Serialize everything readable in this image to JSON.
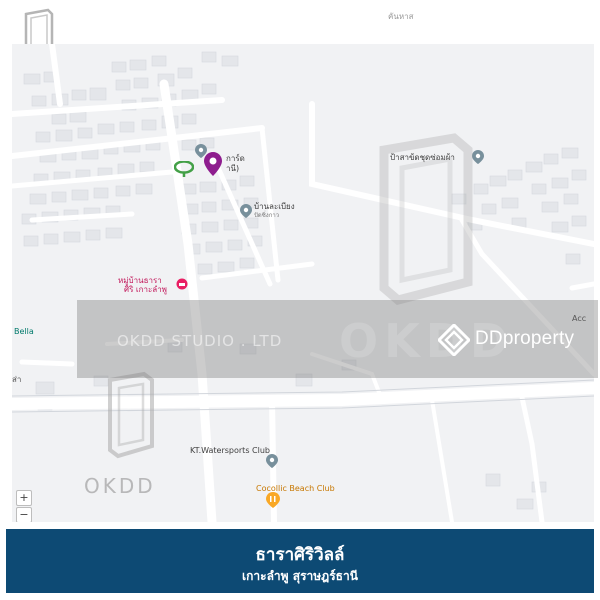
{
  "map": {
    "top_label": "คันหาส",
    "labels": {
      "garden": "การ์ด",
      "garden_sub": "านี)",
      "baan_pier": "บ้านละเบียง",
      "baan_pier_sub": "ปัดซิ่งกาว",
      "village": "หมู่บ้านธารา",
      "village_sub": "ศิริ เกาะลำพู",
      "ferry": "ป้าสาข้ดชุดซ่อมผ้า",
      "bella": "Bella",
      "left_small": "ส่า",
      "acc": "Acc",
      "kt_watersports": "KT.Watersports Club",
      "coco_club": "Cocollic Beach Club"
    },
    "zoom_in": "+",
    "zoom_out": "−"
  },
  "watermark": {
    "okdd": "OKDD",
    "studio": "OKDD STUDIO . LTD",
    "brand": "DDproperty"
  },
  "banner": {
    "title": "ธาราศิริวิลล์",
    "subtitle": "เกาะลำพู สุราษฎร์ธานี",
    "color": "#0d4a74"
  },
  "colors": {
    "pin_purple": "#8e1d8e",
    "pin_gray": "#78909c",
    "pin_green": "#43a047",
    "pin_pink": "#e91e63",
    "pin_orange": "#f9a825"
  }
}
